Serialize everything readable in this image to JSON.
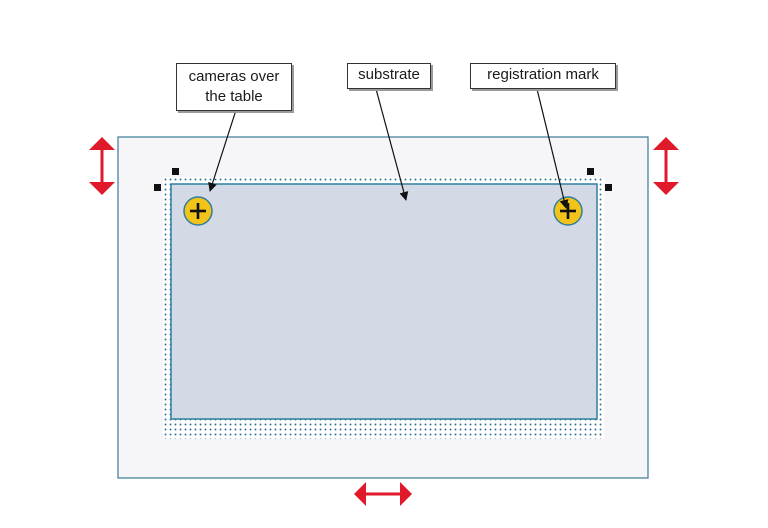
{
  "callouts": {
    "cameras": {
      "line1": "cameras over",
      "line2": "the table"
    },
    "substrate": {
      "label": "substrate"
    },
    "registration": {
      "label": "registration mark"
    }
  },
  "colors": {
    "table_fill": "#f6f5f7",
    "table_border": "#3b7a98",
    "substrate_fill": "#d3dae6",
    "substrate_border": "#2f7f9e",
    "dot_color": "#2d6f90",
    "registration_mark": "#f2c318",
    "adjust_arrow": "#e0192b"
  },
  "icons": {
    "registration_marks": "crosshair-plus-icon",
    "adjust_arrows": "double-headed-arrow-icon",
    "corner_markers": "square-marker-icon"
  }
}
